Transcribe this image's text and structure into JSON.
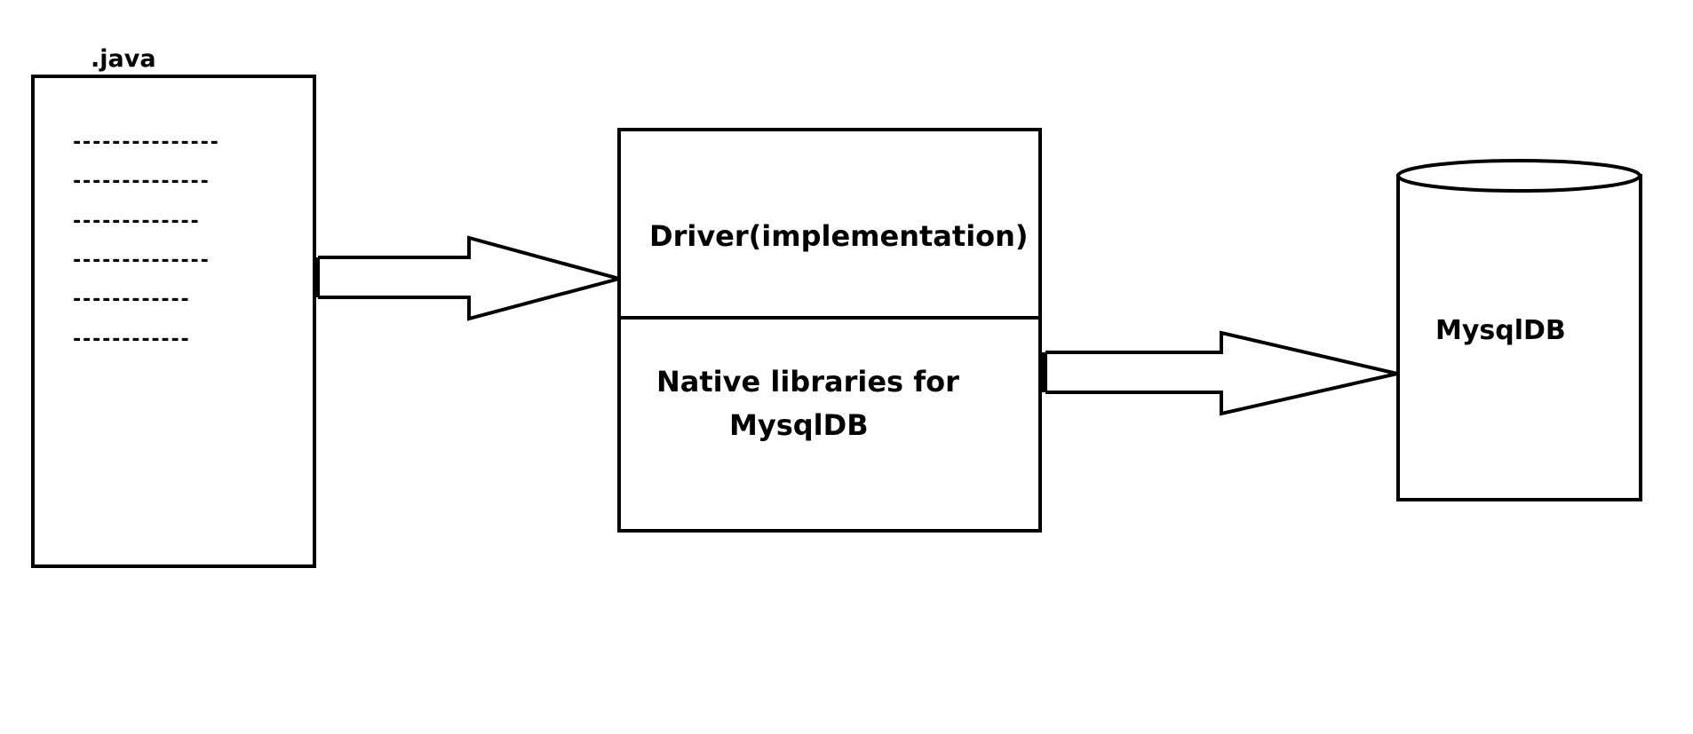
{
  "colors": {
    "stroke": "#000000",
    "background": "#ffffff"
  },
  "source_file": {
    "title": ".java",
    "code_lines": [
      "---------------",
      "--------------",
      "-------------",
      "--------------",
      "------------",
      "------------"
    ]
  },
  "driver": {
    "top_label": "Driver(implementation)",
    "bottom_label_line1": "Native libraries for",
    "bottom_label_line2": "MysqlDB"
  },
  "database": {
    "label": "MysqlDB"
  }
}
